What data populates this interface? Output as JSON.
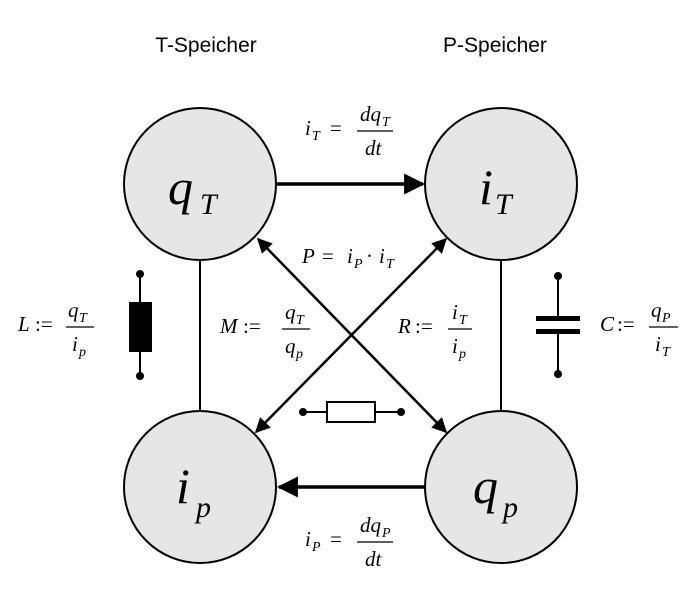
{
  "headers": {
    "t_speicher": "T-Speicher",
    "p_speicher": "P-Speicher"
  },
  "nodes": {
    "top_left": {
      "symbol": "q",
      "sub": "T"
    },
    "top_right": {
      "symbol": "i",
      "sub": "T"
    },
    "bottom_left": {
      "symbol": "i",
      "sub": "p"
    },
    "bottom_right": {
      "symbol": "q",
      "sub": "p"
    }
  },
  "equations": {
    "top": {
      "lhs": "i",
      "lhs_sub": "T",
      "num": "dq",
      "num_sub": "T",
      "den": "dt"
    },
    "bottom": {
      "lhs": "i",
      "lhs_sub": "P",
      "num": "dq",
      "num_sub": "P",
      "den": "dt"
    },
    "power": {
      "lhs": "P",
      "a": "i",
      "a_sub": "P",
      "b": "i",
      "b_sub": "T"
    },
    "L": {
      "lhs": "L",
      "num": "q",
      "num_sub": "T",
      "den": "i",
      "den_sub": "p"
    },
    "M": {
      "lhs": "M",
      "num": "q",
      "num_sub": "T",
      "den": "q",
      "den_sub": "p"
    },
    "R": {
      "lhs": "R",
      "num": "i",
      "num_sub": "T",
      "den": "i",
      "den_sub": "p"
    },
    "C": {
      "lhs": "C",
      "num": "q",
      "num_sub": "P",
      "den": "i",
      "den_sub": "T"
    },
    "assign_op": ":=",
    "eq_op": "="
  },
  "colors": {
    "node_fill": "#e6e6e6",
    "stroke": "#000000"
  }
}
